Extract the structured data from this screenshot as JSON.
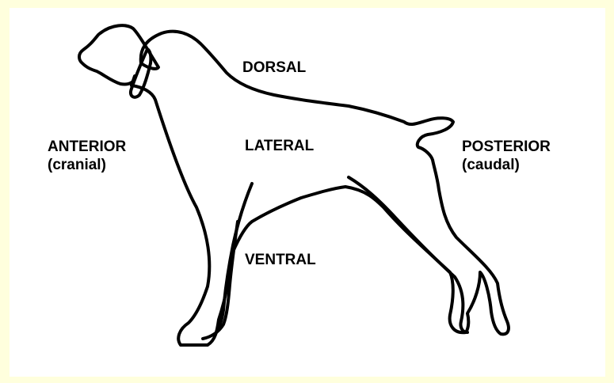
{
  "colors": {
    "background": "#ffffdd",
    "panel": "#ffffff",
    "outline": "#000000"
  },
  "labels": {
    "dorsal": "DORSAL",
    "lateral": "LATERAL",
    "ventral": "VENTRAL",
    "anterior": "ANTERIOR",
    "anterior_sub": "(cranial)",
    "posterior": "POSTERIOR",
    "posterior_sub": "(caudal)"
  }
}
